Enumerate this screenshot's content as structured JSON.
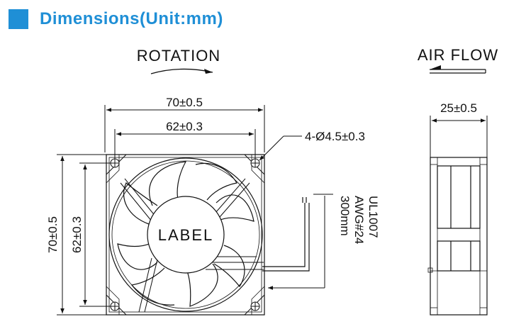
{
  "header": {
    "title": "Dimensions(Unit:mm)",
    "accent_color": "#1f8fd6"
  },
  "labels": {
    "rotation": "ROTATION",
    "air_flow": "AIR FLOW",
    "fan_label": "LABEL"
  },
  "dimensions": {
    "outer_width": "70±0.5",
    "hole_pitch_width": "62±0.3",
    "mount_hole": "4-Ø4.5±0.3",
    "outer_height": "70±0.5",
    "hole_pitch_height": "62±0.3",
    "depth": "25±0.5"
  },
  "wire_spec": {
    "line1": "UL1007",
    "line2": "AWG#24",
    "line3": "300mm"
  }
}
